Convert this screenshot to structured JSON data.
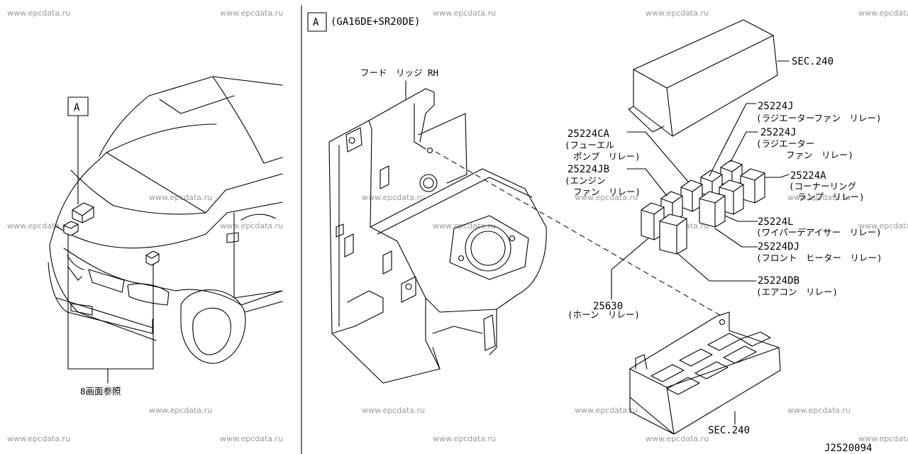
{
  "watermark": "www.epcdata.ru",
  "left_panel": {
    "callout_letter": "A",
    "reference_note": "8画面参照"
  },
  "right_panel": {
    "section_letter": "A",
    "engine_variant": "(GA16DE+SR20DE)",
    "hood_ledge_label": "フード　リッジ RH",
    "cover_ref": "SEC.240",
    "box_ref": "SEC.240",
    "diagram_code": "J2520094"
  },
  "relays": [
    {
      "part": "25224J",
      "desc": [
        "(ラジエーターファン　リレー)"
      ]
    },
    {
      "part": "25224J",
      "desc": [
        "(ラジエーター",
        "ファン　リレー)"
      ]
    },
    {
      "part": "25224CA",
      "desc": [
        "(フューエル",
        "ポンプ　リレー)"
      ]
    },
    {
      "part": "25224JB",
      "desc": [
        "(エンジン",
        "ファン　リレー)"
      ]
    },
    {
      "part": "25224A",
      "desc": [
        "(コーナーリング",
        "ランプ　リレー)"
      ]
    },
    {
      "part": "25224L",
      "desc": [
        "(ワイパーデアイサー　リレー)"
      ]
    },
    {
      "part": "25224DJ",
      "desc": [
        "(フロント　ヒーター　リレー)"
      ]
    },
    {
      "part": "25224DB",
      "desc": [
        "(エアコン　リレー)"
      ]
    },
    {
      "part": "25630",
      "desc": [
        "(ホーン　リレー)"
      ]
    }
  ]
}
